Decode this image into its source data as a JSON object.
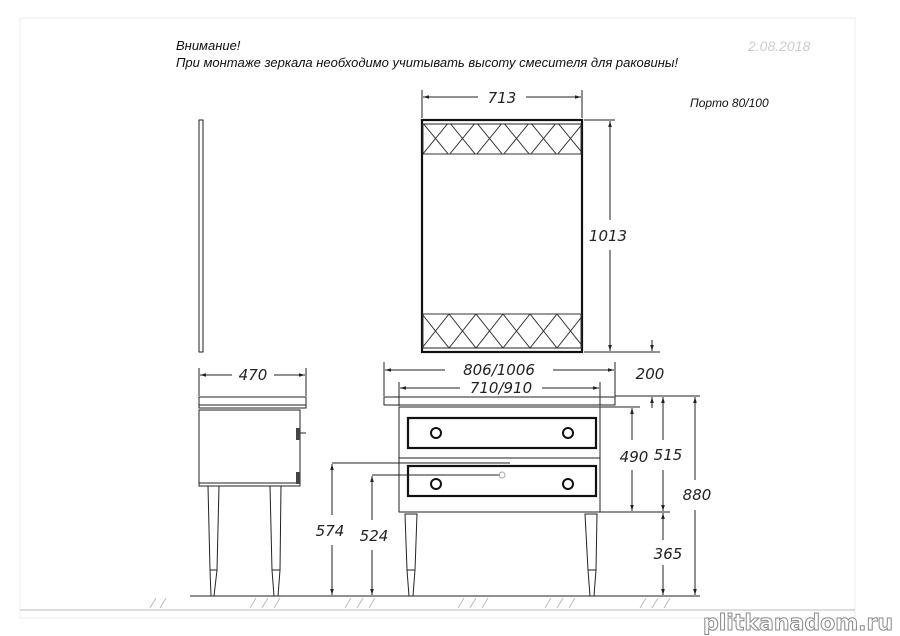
{
  "header": {
    "warning_title": "Внимание!",
    "warning_text": "При монтаже зеркала необходимо учитывать высоту смесителя для раковины!",
    "date": "2.08.2018",
    "model": "Порто 80/100"
  },
  "dimensions": {
    "mirror_width": "713",
    "mirror_height": "1013",
    "mirror_gap": "200",
    "depth": "470",
    "top_width": "806/1006",
    "body_width": "710/910",
    "body_height": "490",
    "cabinet_height": "515",
    "total_height": "880",
    "leg_height": "365",
    "pipe_height_1": "574",
    "pipe_height_2": "524"
  },
  "watermark": "plitkanadom.ru"
}
